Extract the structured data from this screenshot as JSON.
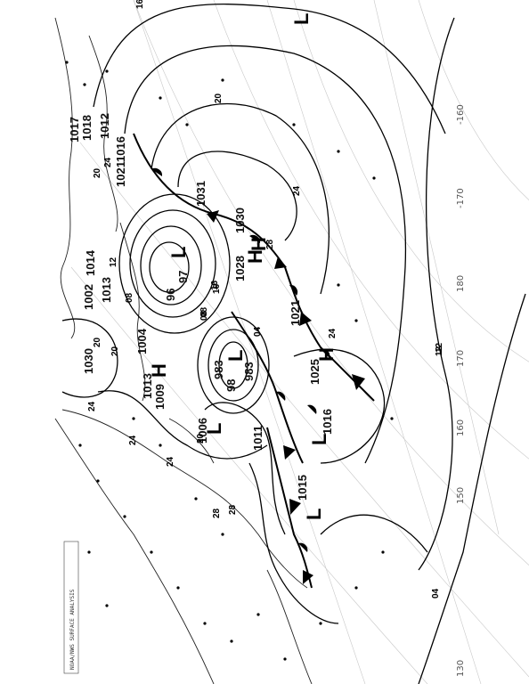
{
  "centers": [
    {
      "id": "c1",
      "text": "1017"
    },
    {
      "id": "c2",
      "text": "1018"
    },
    {
      "id": "c3",
      "text": "1012"
    },
    {
      "id": "c4",
      "text": "1016"
    },
    {
      "id": "c5",
      "text": "1021"
    },
    {
      "id": "c6",
      "text": "1031"
    },
    {
      "id": "c7",
      "text": "1030"
    },
    {
      "id": "c8",
      "text": "1028"
    },
    {
      "id": "c9",
      "text": "1021"
    },
    {
      "id": "c10",
      "text": "1002"
    },
    {
      "id": "c11",
      "text": "1014"
    },
    {
      "id": "c12",
      "text": "1013"
    },
    {
      "id": "c13",
      "text": "1030"
    },
    {
      "id": "c14",
      "text": "1004"
    },
    {
      "id": "c15",
      "text": "1013"
    },
    {
      "id": "c16",
      "text": "1009"
    },
    {
      "id": "c17",
      "text": "983"
    },
    {
      "id": "c18",
      "text": "983"
    },
    {
      "id": "c19",
      "text": "98"
    },
    {
      "id": "c20",
      "text": "1025"
    },
    {
      "id": "c21",
      "text": "1006"
    },
    {
      "id": "c22",
      "text": "1011"
    },
    {
      "id": "c23",
      "text": "1016"
    },
    {
      "id": "c24",
      "text": "1015"
    },
    {
      "id": "c25",
      "text": "97"
    },
    {
      "id": "c26",
      "text": "96"
    }
  ],
  "symbols": [
    {
      "id": "h1",
      "text": "H"
    },
    {
      "id": "h2",
      "text": "H"
    },
    {
      "id": "h3",
      "text": "H"
    },
    {
      "id": "h4",
      "text": "H"
    },
    {
      "id": "l1",
      "text": "L"
    },
    {
      "id": "l2",
      "text": "L"
    },
    {
      "id": "l3",
      "text": "L"
    },
    {
      "id": "l4",
      "text": "L"
    },
    {
      "id": "l5",
      "text": "L"
    },
    {
      "id": "l6",
      "text": "L"
    }
  ],
  "isobar_labels": [
    {
      "id": "i1",
      "text": "16"
    },
    {
      "id": "i2",
      "text": "20"
    },
    {
      "id": "i3",
      "text": "24"
    },
    {
      "id": "i4",
      "text": "28"
    },
    {
      "id": "i5",
      "text": "24"
    },
    {
      "id": "i6",
      "text": "20"
    },
    {
      "id": "i7",
      "text": "16"
    },
    {
      "id": "i8",
      "text": "12"
    },
    {
      "id": "i9",
      "text": "12"
    },
    {
      "id": "i10",
      "text": "08"
    },
    {
      "id": "i11",
      "text": "08"
    },
    {
      "id": "i12",
      "text": "20"
    },
    {
      "id": "i13",
      "text": "24"
    },
    {
      "id": "i14",
      "text": "24"
    },
    {
      "id": "i15",
      "text": "28"
    },
    {
      "id": "i16",
      "text": "28"
    },
    {
      "id": "i17",
      "text": "24"
    },
    {
      "id": "i18",
      "text": "12"
    },
    {
      "id": "i19",
      "text": "04"
    },
    {
      "id": "i20",
      "text": "04"
    },
    {
      "id": "i21",
      "text": "20"
    },
    {
      "id": "i22",
      "text": "24"
    },
    {
      "id": "i23",
      "text": "20"
    },
    {
      "id": "i24",
      "text": "08"
    },
    {
      "id": "i25",
      "text": "16"
    }
  ],
  "longitudes": [
    {
      "id": "g1",
      "text": "-160"
    },
    {
      "id": "g2",
      "text": "-170"
    },
    {
      "id": "g3",
      "text": "180"
    },
    {
      "id": "g4",
      "text": "170"
    },
    {
      "id": "g5",
      "text": "160"
    },
    {
      "id": "g6",
      "text": "150"
    },
    {
      "id": "g7",
      "text": "130"
    }
  ],
  "caption": "NOAA/NWS SURFACE ANALYSIS"
}
